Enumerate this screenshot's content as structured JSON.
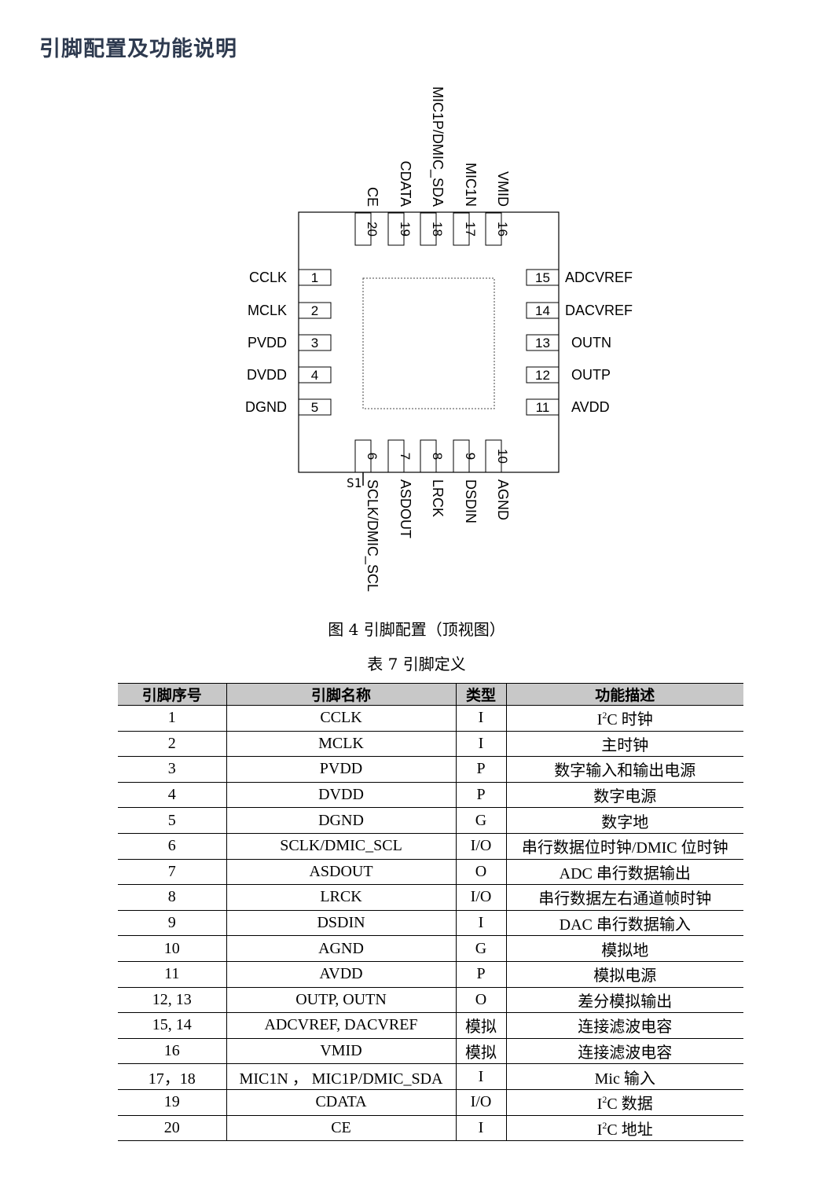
{
  "heading": "引脚配置及功能说明",
  "figure": {
    "caption": "图  4 引脚配置（顶视图）",
    "stray_mark": "S1",
    "pins": [
      {
        "num": "1",
        "name": "CCLK",
        "side": "left",
        "slot": 0
      },
      {
        "num": "2",
        "name": "MCLK",
        "side": "left",
        "slot": 1
      },
      {
        "num": "3",
        "name": "PVDD",
        "side": "left",
        "slot": 2
      },
      {
        "num": "4",
        "name": "DVDD",
        "side": "left",
        "slot": 3
      },
      {
        "num": "5",
        "name": "DGND",
        "side": "left",
        "slot": 4
      },
      {
        "num": "6",
        "name": "SCLK/DMIC_SCL",
        "side": "bottom",
        "slot": 0
      },
      {
        "num": "7",
        "name": "ASDOUT",
        "side": "bottom",
        "slot": 1
      },
      {
        "num": "8",
        "name": "LRCK",
        "side": "bottom",
        "slot": 2
      },
      {
        "num": "9",
        "name": "DSDIN",
        "side": "bottom",
        "slot": 3
      },
      {
        "num": "10",
        "name": "AGND",
        "side": "bottom",
        "slot": 4
      },
      {
        "num": "11",
        "name": "AVDD",
        "side": "right",
        "slot": 4
      },
      {
        "num": "12",
        "name": "OUTP",
        "side": "right",
        "slot": 3
      },
      {
        "num": "13",
        "name": "OUTN",
        "side": "right",
        "slot": 2
      },
      {
        "num": "14",
        "name": "DACVREF",
        "side": "right",
        "slot": 1
      },
      {
        "num": "15",
        "name": "ADCVREF",
        "side": "right",
        "slot": 0
      },
      {
        "num": "16",
        "name": "VMID",
        "side": "top",
        "slot": 4
      },
      {
        "num": "17",
        "name": "MIC1N",
        "side": "top",
        "slot": 3
      },
      {
        "num": "18",
        "name": "MIC1P/DMIC_SDA",
        "side": "top",
        "slot": 2
      },
      {
        "num": "19",
        "name": "CDATA",
        "side": "top",
        "slot": 1
      },
      {
        "num": "20",
        "name": "CE",
        "side": "top",
        "slot": 0
      }
    ]
  },
  "table": {
    "caption": "表  7 引脚定义",
    "headers": [
      "引脚序号",
      "引脚名称",
      "类型",
      "功能描述"
    ],
    "rows": [
      {
        "num": "1",
        "name": "CCLK",
        "type": "I",
        "desc_pre": "I",
        "desc_sup": "2",
        "desc": "C 时钟"
      },
      {
        "num": "2",
        "name": "MCLK",
        "type": "I",
        "desc_pre": "",
        "desc_sup": "",
        "desc": "主时钟"
      },
      {
        "num": "3",
        "name": "PVDD",
        "type": "P",
        "desc_pre": "",
        "desc_sup": "",
        "desc": "数字输入和输出电源"
      },
      {
        "num": "4",
        "name": "DVDD",
        "type": "P",
        "desc_pre": "",
        "desc_sup": "",
        "desc": "数字电源"
      },
      {
        "num": "5",
        "name": "DGND",
        "type": "G",
        "desc_pre": "",
        "desc_sup": "",
        "desc": "数字地"
      },
      {
        "num": "6",
        "name": "SCLK/DMIC_SCL",
        "type": "I/O",
        "desc_pre": "",
        "desc_sup": "",
        "desc": "串行数据位时钟/DMIC 位时钟"
      },
      {
        "num": "7",
        "name": "ASDOUT",
        "type": "O",
        "desc_pre": "",
        "desc_sup": "",
        "desc": "ADC 串行数据输出"
      },
      {
        "num": "8",
        "name": "LRCK",
        "type": "I/O",
        "desc_pre": "",
        "desc_sup": "",
        "desc": "串行数据左右通道帧时钟"
      },
      {
        "num": "9",
        "name": "DSDIN",
        "type": "I",
        "desc_pre": "",
        "desc_sup": "",
        "desc": "DAC 串行数据输入"
      },
      {
        "num": "10",
        "name": "AGND",
        "type": "G",
        "desc_pre": "",
        "desc_sup": "",
        "desc": "模拟地"
      },
      {
        "num": "11",
        "name": "AVDD",
        "type": "P",
        "desc_pre": "",
        "desc_sup": "",
        "desc": "模拟电源"
      },
      {
        "num": "12, 13",
        "name": "OUTP, OUTN",
        "type": "O",
        "desc_pre": "",
        "desc_sup": "",
        "desc": "差分模拟输出"
      },
      {
        "num": "15, 14",
        "name": "ADCVREF, DACVREF",
        "type": "模拟",
        "desc_pre": "",
        "desc_sup": "",
        "desc": "连接滤波电容"
      },
      {
        "num": "16",
        "name": "VMID",
        "type": "模拟",
        "desc_pre": "",
        "desc_sup": "",
        "desc": "连接滤波电容"
      },
      {
        "num": "17，18",
        "name": "MIC1N ， MIC1P/DMIC_SDA",
        "type": "I",
        "desc_pre": "",
        "desc_sup": "",
        "desc": "Mic 输入"
      },
      {
        "num": "19",
        "name": "CDATA",
        "type": "I/O",
        "desc_pre": "I",
        "desc_sup": "2",
        "desc": "C 数据"
      },
      {
        "num": "20",
        "name": "CE",
        "type": "I",
        "desc_pre": "I",
        "desc_sup": "2",
        "desc": "C 地址"
      }
    ]
  }
}
